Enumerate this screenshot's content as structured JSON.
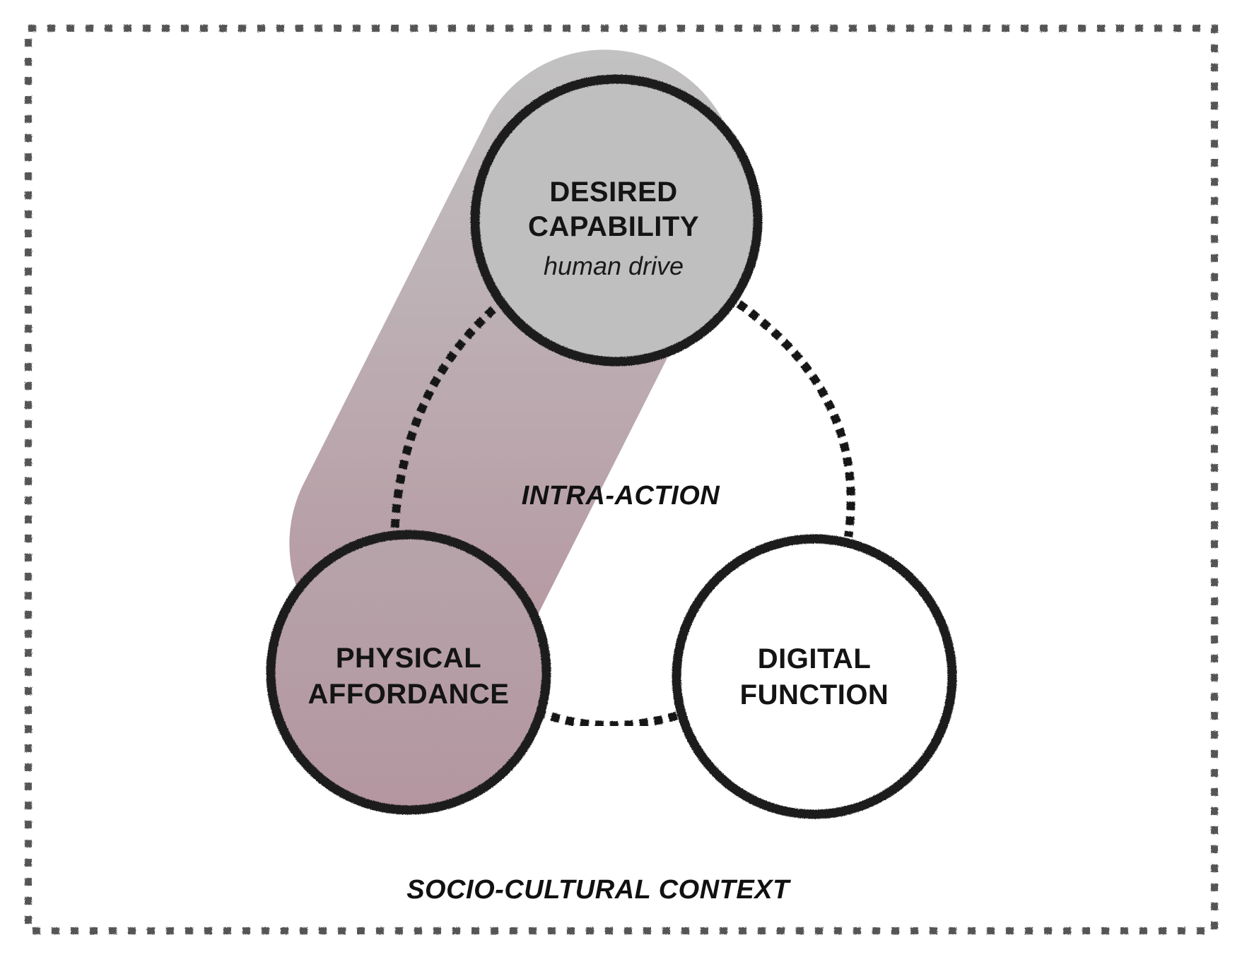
{
  "colors": {
    "background": "#ffffff",
    "ink": "#1a1a1a",
    "frame_dash": "#555555",
    "capsule_top": "#c2c2c2",
    "capsule_bottom": "#b596a0",
    "physical_fill": "#b598a2",
    "desired_fill": "#bfbfbf",
    "digital_fill": "#ffffff"
  },
  "nodes": {
    "desired": {
      "title_line1": "DESIRED",
      "title_line2": "CAPABILITY",
      "subtitle": "human drive"
    },
    "physical": {
      "title_line1": "PHYSICAL",
      "title_line2": "AFFORDANCE"
    },
    "digital": {
      "title_line1": "DIGITAL",
      "title_line2": "FUNCTION"
    }
  },
  "center_label": "INTRA-ACTION",
  "context_label": "SOCIO-CULTURAL CONTEXT"
}
